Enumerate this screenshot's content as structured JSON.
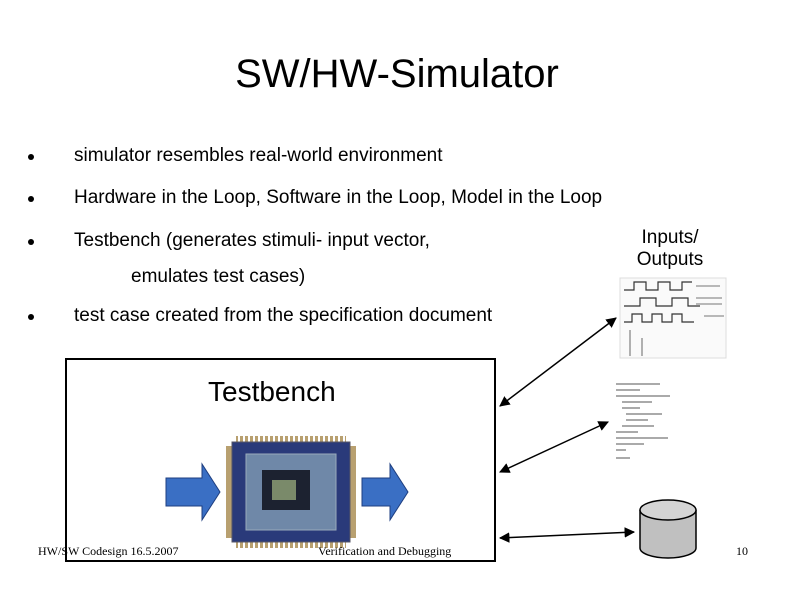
{
  "slide": {
    "title": "SW/HW-Simulator",
    "bullets": [
      "simulator resembles real-world environment",
      "Hardware in the Loop, Software in the Loop, Model in the Loop",
      "Testbench (generates stimuli- input vector,",
      "test case created from the specification document"
    ],
    "bullet_continuation": "emulates test cases)",
    "io_label_line1": "Inputs/",
    "io_label_line2": "Outputs",
    "testbench_label": "Testbench",
    "footer": {
      "left": "HW/SW Codesign 16.5.2007",
      "center": "Verification and Debugging",
      "page_number": "10"
    }
  },
  "icons": [
    "bullet-dot",
    "waveform-icon",
    "code-listing-icon",
    "database-cylinder-icon",
    "chip-icon",
    "arrow-icon"
  ],
  "colors": {
    "arrow_fill": "#3a6fc4",
    "cylinder_fill": "#c0c0c0",
    "chip_body": "#2a3a7a"
  }
}
